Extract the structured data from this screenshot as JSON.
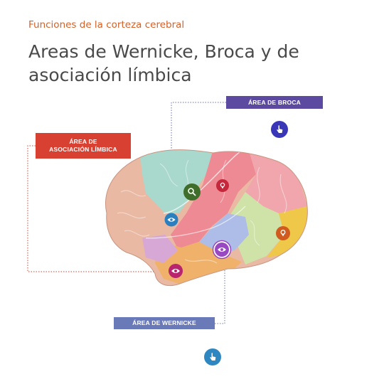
{
  "header": {
    "subtitle": "Funciones de la corteza cerebral",
    "title": "Areas de Wernicke, Broca y de asociación límbica"
  },
  "labels": {
    "broca": "ÁREA DE BROCA",
    "limbic_line1": "ÁREA DE",
    "limbic_line2": "ASOCIACIÓN LÍMBICA",
    "wernicke": "ÁREA DE WERNICKE"
  },
  "colors": {
    "subtitle": "#d2622a",
    "broca_label": "#5b4aa0",
    "limbic_label": "#d84032",
    "wernicke_label": "#6a79b8"
  },
  "hotspots": [
    {
      "name": "magnifier-hotspot",
      "icon": "search-icon",
      "color": "#3f6e2a"
    },
    {
      "name": "pin-hotspot-frontal",
      "icon": "pin-icon",
      "color": "#c5283d"
    },
    {
      "name": "eye-hotspot-parietal",
      "icon": "eye-icon",
      "color": "#2a7fbf"
    },
    {
      "name": "pin-hotspot-occipital",
      "icon": "pin-icon",
      "color": "#d15a1e"
    },
    {
      "name": "eye-hotspot-wernicke",
      "icon": "eye-icon",
      "color": "#9a48c2"
    },
    {
      "name": "eye-hotspot-limbic",
      "icon": "eye-icon",
      "color": "#b8246e"
    }
  ],
  "hints": [
    {
      "name": "broca-tap-hint",
      "icon": "tap-hand-icon",
      "color": "#3a36b8"
    },
    {
      "name": "bottom-tap-hint",
      "icon": "tap-hand-icon",
      "color": "#2f87c1"
    }
  ]
}
